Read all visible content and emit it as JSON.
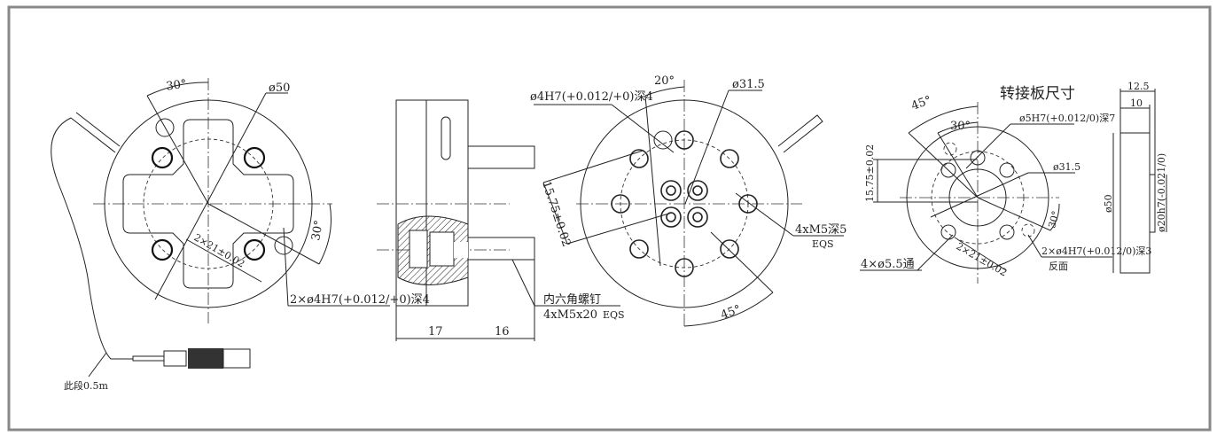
{
  "title": "转接板尺寸",
  "front_view": {
    "angle_top": "30°",
    "angle_right": "30°",
    "diameter": "ø50",
    "pitch": "2×21±0.02",
    "pin_hole": "2×ø4H7(+0.012/+0)深4",
    "cable_note": "此段0.5m"
  },
  "side_view": {
    "dim_body": "17",
    "dim_shaft": "16",
    "screw_label": "内六角螺钉",
    "screw_spec": "4xM5x20",
    "screw_eqs": "EQS"
  },
  "top_view": {
    "pin_hole": "ø4H7(+0.012/+0)深4",
    "angle_top": "20°",
    "pcd": "ø31.5",
    "offset": "15.75±0.02",
    "thread": "4xM5深5",
    "thread_eqs": "EQS",
    "angle_bottom": "45°"
  },
  "adapter_view": {
    "angle_outer": "45°",
    "angle_inner": "30°",
    "pin_hole": "ø5H7(+0.012/0)深7",
    "offset": "15.75±0.02",
    "pcd": "ø31.5",
    "angle_right": "30°",
    "through_holes": "4×ø5.5通",
    "pitch": "2×21±0.02",
    "back_hole": "2×ø4H7(+0.012/0)深3",
    "back_note": "反面"
  },
  "adapter_side": {
    "dim_total": "12.5",
    "dim_plate": "10",
    "diameter": "ø50",
    "boss": "ø20h7(-0.021/0)"
  }
}
